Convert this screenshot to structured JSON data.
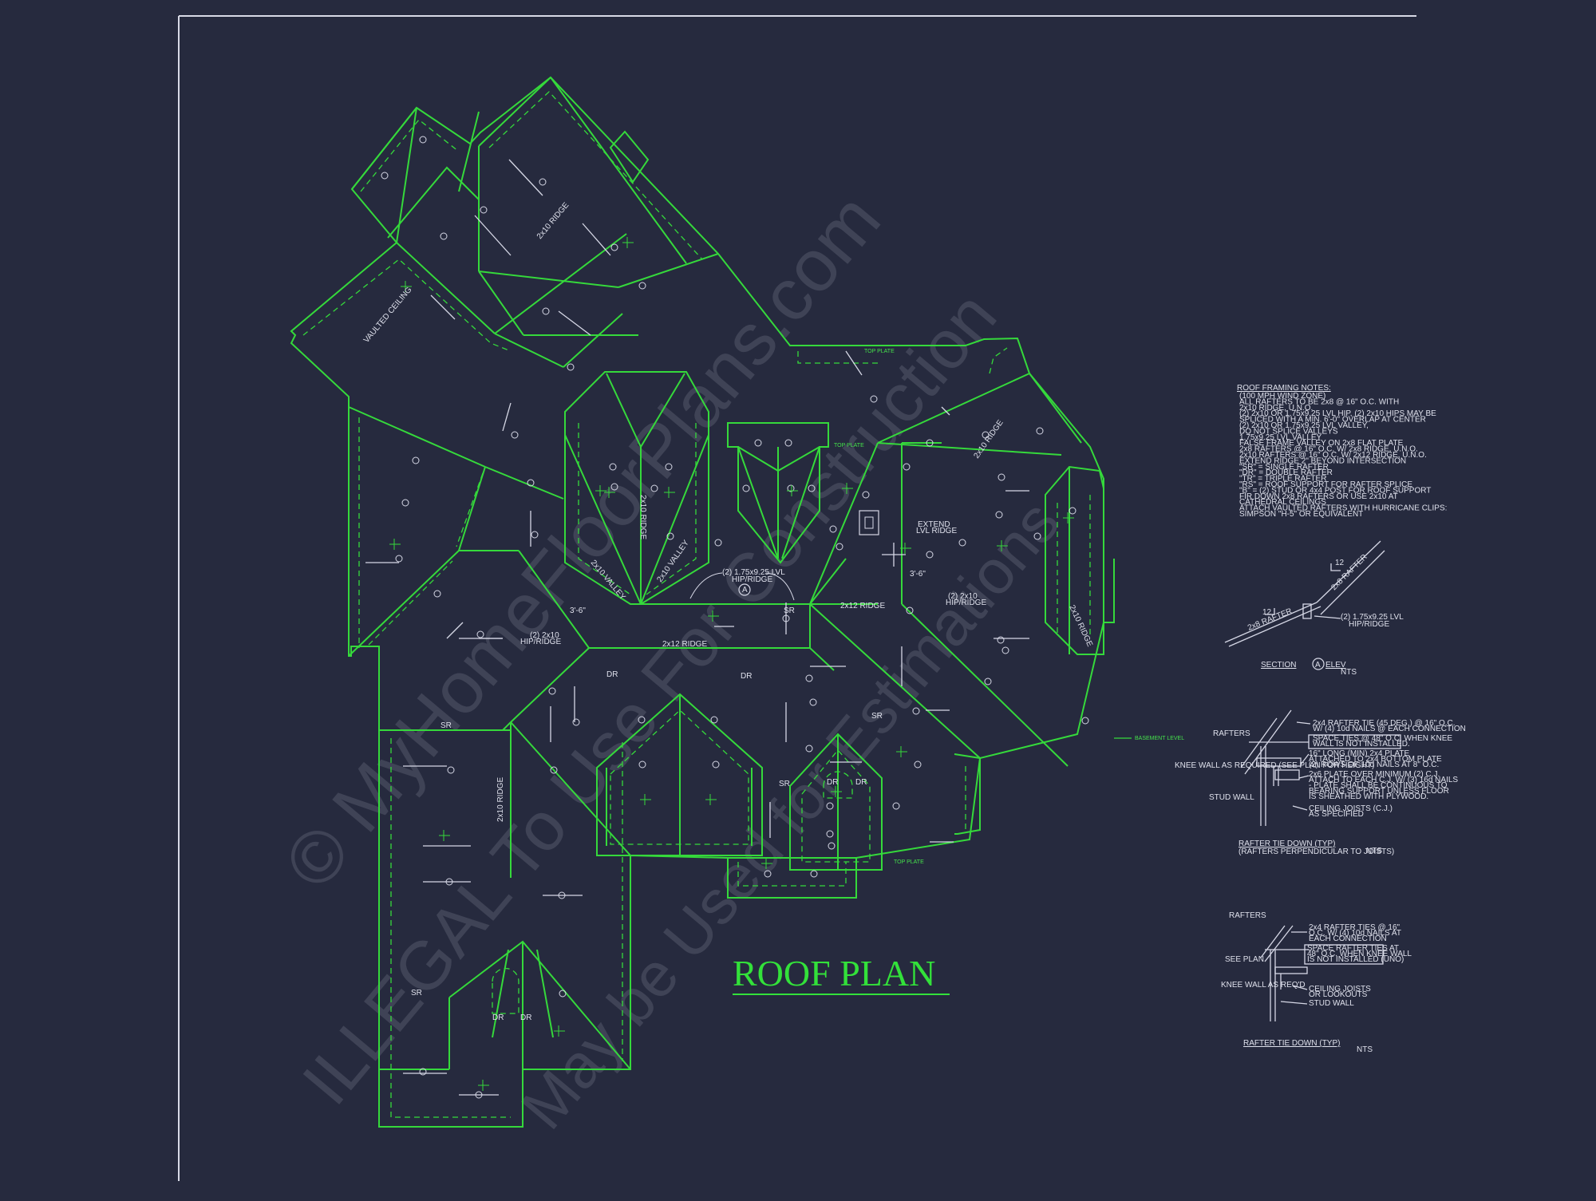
{
  "plan": {
    "title": "ROOF PLAN",
    "watermark_line1": "© MyHomeFloorPlans.com",
    "watermark_line2": "ILLEGAL To Use For Construction",
    "watermark_line3": "May be Used for Estimations"
  },
  "roof_labels": {
    "lvl_hip_ridge_center": "(2) 1.75x9.25 LVL",
    "hip_ridge": "HIP/RIDGE",
    "ridge_2x12": "2x12 RIDGE",
    "ridge_2x10": "2x10 RIDGE",
    "valley_2x10": "2x10 VALLEY",
    "hip_ridge_2x10": "(2) 2x10",
    "extend_lvl_ridge": "EXTEND",
    "extend_lvl_ridge2": "LVL RIDGE",
    "vaulted_ceiling": "VAULTED CEILING",
    "dim_3_6": "3'-6\"",
    "dim_3_6b": "3'-6\"",
    "top_plate": "TOP PLATE",
    "basement_level": "BASEMENT LEVEL",
    "sr": "SR",
    "dr": "DR",
    "section_marker": "A"
  },
  "notes": {
    "heading": "ROOF FRAMING NOTES:",
    "lines": [
      "(100 MPH WIND ZONE)",
      "ALL RAFTERS TO BE 2x8 @ 16\" O.C. WITH",
      "2x10 RIDGE, U.N.O.",
      "(2) 2x10 OR 1.75x9.25 LVL HIP, (2) 2x10 HIPS MAY BE",
      "SPLICED WITH A MIN. 6'-0\" OVERLAP AT CENTER",
      "(2) 2x10 OR 1.75x9.25 LVL VALLEY,",
      "DO NOT SPLICE VALLEYS",
      "1.75x9.25 LVL VALLEY",
      "FALSE FRAME VALLEY ON 2x8 FLAT PLATE",
      "2x8 RAFTERS @ 16\" O.C. W/ 2x8 RIDGE, U.N.O.",
      "2x10 RAFTERS @ 16\" O.C. W/ 2x12 RIDGE, U.N.O.",
      "EXTEND RIDGE 2\" BEYOND INTERSECTION",
      "\"SR\" = SINGLE RAFTER",
      "\"DR\" = DOUBLE RAFTER",
      "\"TR\" = TRIPLE RAFTER",
      "\"RS\" = ROOF SUPPORT FOR RAFTER SPLICE",
      "\"B\" = (2) STUD OR 4x4 POST FOR ROOF SUPPORT",
      "FIR DOWN 2x8 RAFTERS OR USE 2x10 AT",
      "CATHEDRAL CEILINGS",
      "ATTACH VAULTED RAFTERS WITH HURRICANE CLIPS:",
      "SIMPSON \"H-5\" OR EQUIVALENT"
    ]
  },
  "section": {
    "title": "SECTION",
    "marker": "A",
    "suffix": "ELEV",
    "nts": "NTS",
    "label_rafter_a": "2x8 RAFTER",
    "label_rafter_b": "2x8 RAFTER",
    "label_lvl": "(2) 1.75x9.25 LVL",
    "label_hip": "HIP/RIDGE",
    "pitch_a": "12",
    "pitch_b": "12"
  },
  "detail1": {
    "title": "RAFTER TIE DOWN (TYP)",
    "subtitle": "(RAFTERS PERPENDICULAR TO JOISTS)",
    "nts": "NTS",
    "label_rafters": "RAFTERS",
    "label_knee": "KNEE WALL AS REQUIRED (SEE PLAN FOR HEIGHT)",
    "label_stud": "STUD WALL",
    "note1": "2x4 RAFTER TIE (45 DEG.) @ 16\" O.C.",
    "note2": "W/ (4) 10d NAILS @ EACH CONNECTION",
    "note3": "SPACE TIES @ 48\" O.C. WHEN KNEE",
    "note4": "WALL IS NOT INSTALLED.",
    "note5": "16\" LONG (MIN) 2x4 PLATE",
    "note6": "ATTACHED TO 2x4 BOTTOM PLATE",
    "note7": "(2) ROWS OF 10d NAILS AT 8\" O.C.",
    "note8": "2x6 PLATE OVER MINIMUM (2) C.J.",
    "note9": "ATTACH TO EACH C.J. W/ (3) 16d NAILS",
    "note10": "- PLATE SHALL BE CONTINUOUS TO",
    "note11": "BEARING SUPPORT UNLESS FLOOR",
    "note12": "IS SHEATHED WITH PLYWOOD.",
    "note13": "CEILING JOISTS (C.J.)",
    "note14": "AS SPECIFIED"
  },
  "detail2": {
    "title": "RAFTER TIE DOWN (TYP)",
    "nts": "NTS",
    "label_rafters": "RAFTERS",
    "label_see_plan": "SEE PLAN",
    "label_knee": "KNEE WALL AS REQ'D",
    "note1": "2x4 RAFTER TIES @ 16\"",
    "note2": "O.C. W/ (4) 10d NAILS AT",
    "note3": "EACH CONNECTION",
    "note4": "SPACE RAFTER TIES AT",
    "note5": "48\" O.C. WHEN KNEE WALL",
    "note6": "IS NOT INSTALLED (UNO)",
    "note7": "CEILING JOISTS",
    "note8": "OR LOOKOUTS",
    "note9": "STUD WALL"
  }
}
